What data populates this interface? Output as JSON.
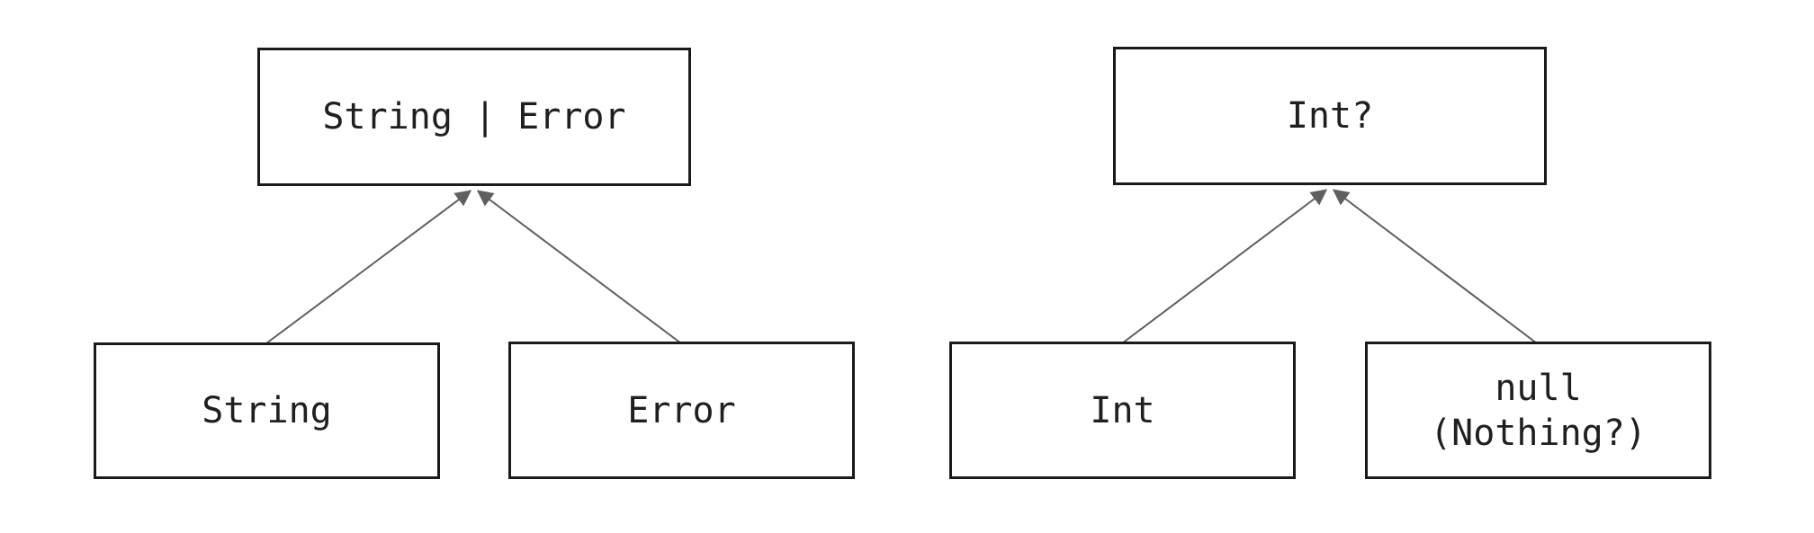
{
  "colors": {
    "background": "#ffffff",
    "box_border": "#1a1a1a",
    "box_fill": "#ffffff",
    "text": "#1f1f1f",
    "arrow": "#5f5f5f"
  },
  "diagrams": [
    {
      "parent": {
        "label": "String | Error"
      },
      "children": [
        {
          "label": "String"
        },
        {
          "label": "Error"
        }
      ]
    },
    {
      "parent": {
        "label": "Int?"
      },
      "children": [
        {
          "label": "Int"
        },
        {
          "label": "null\n(Nothing?)"
        }
      ]
    }
  ]
}
